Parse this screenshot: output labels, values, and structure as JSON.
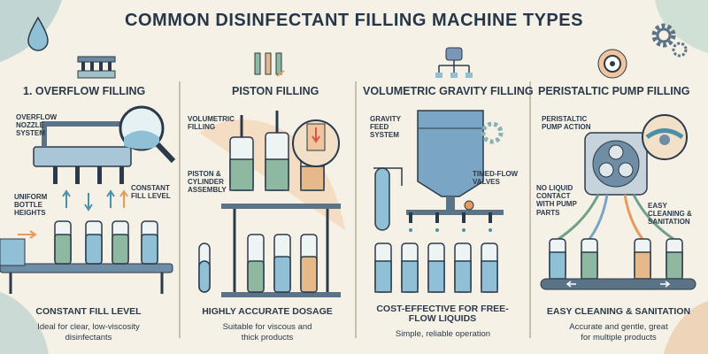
{
  "title": "COMMON DISINFECTANT FILLING MACHINE TYPES",
  "panels": [
    {
      "heading": "1. OVERFLOW FILLING",
      "labels": [
        "OVERFLOW NOZZLE SYSTEM",
        "UNIFORM BOTTLE HEIGHTS",
        "CONSTANT FILL LEVEL"
      ],
      "bottom_title": "CONSTANT FILL LEVEL",
      "bottom_desc": [
        "Ideal for clear, low-viscosity",
        "disinfectants"
      ]
    },
    {
      "heading": "PISTON FILLING",
      "labels": [
        "VOLUMETRIC FILLING",
        "PISTON & CYLINDER ASSEMBLY"
      ],
      "bottom_title": "HIGHLY ACCURATE DOSAGE",
      "bottom_desc": [
        "Suitable for viscous and",
        "thick products"
      ]
    },
    {
      "heading": "VOLUMETRIC GRAVITY FILLING",
      "labels": [
        "GRAVITY FEED SYSTEM",
        "TIMED-FLOW VALVES"
      ],
      "bottom_title": "COST-EFFECTIVE FOR FREE-FLOW LIQUIDS",
      "bottom_desc": [
        "Simple, reliable operation"
      ]
    },
    {
      "heading": "PERISTALTIC PUMP FILLING",
      "labels": [
        "PERISTALTIC PUMP ACTION",
        "NO LIQUID CONTACT WITH PUMP PARTS",
        "EASY CLEANING & SANITATION"
      ],
      "bottom_title": "EASY CLEANING & SANITATION",
      "bottom_desc": [
        "Accurate and gentle, great",
        "for multiple products"
      ]
    }
  ]
}
